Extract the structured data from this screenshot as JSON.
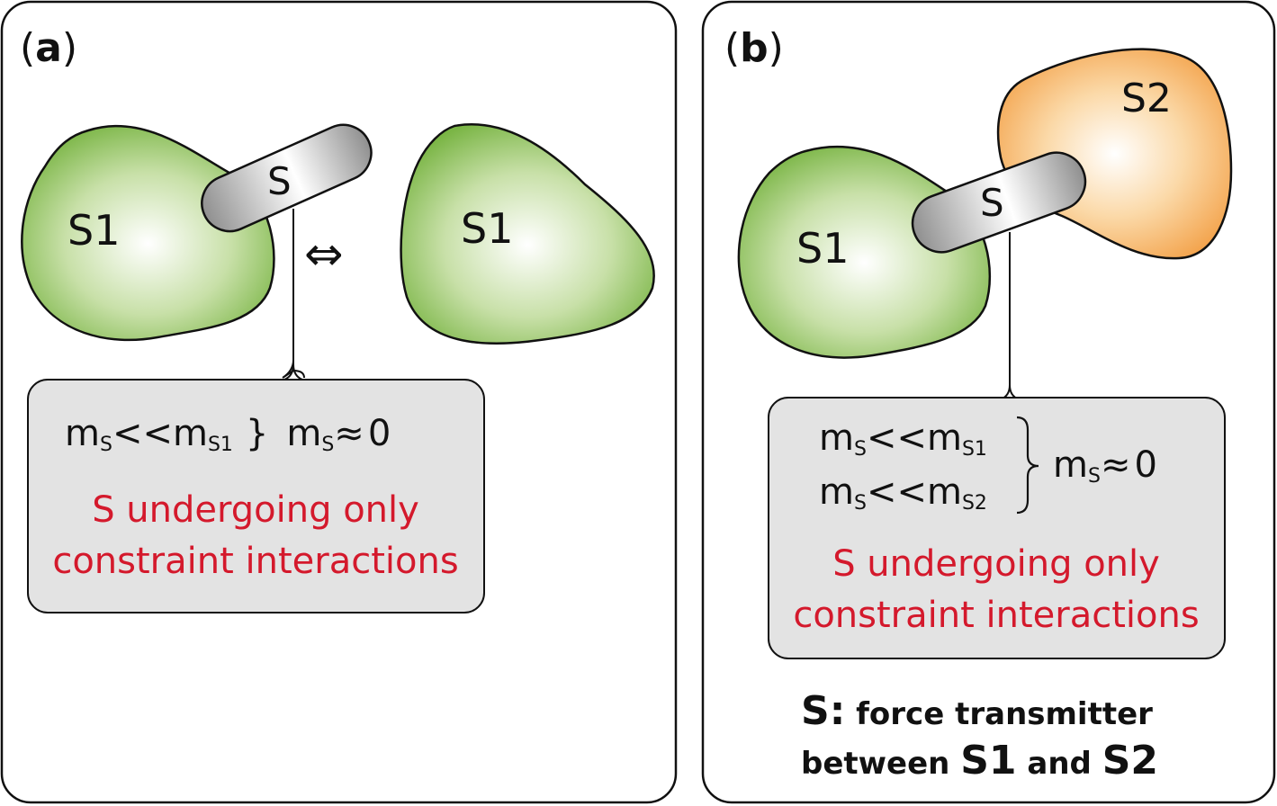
{
  "panel_a": {
    "label_open": "(",
    "label_letter": "a",
    "label_close": ")",
    "body_s1_left": "S1",
    "body_s": "S",
    "body_s1_right": "S1",
    "equivalence_symbol": "⇔",
    "box": {
      "m": "m",
      "sub_s": "S",
      "ll": "<<",
      "sub_s1": "S1",
      "brace": "}",
      "approx": "≈",
      "zero": "0",
      "line1": "S undergoing only",
      "line2": "constraint interactions"
    }
  },
  "panel_b": {
    "label_open": "(",
    "label_letter": "b",
    "label_close": ")",
    "body_s1": "S1",
    "body_s": "S",
    "body_s2": "S2",
    "box": {
      "m": "m",
      "sub_s": "S",
      "ll": "<<",
      "sub_s1": "S1",
      "sub_s2": "S2",
      "approx": "≈",
      "zero": "0",
      "line1": "S undergoing only",
      "line2": "constraint interactions"
    },
    "caption": {
      "s_bold": "S:",
      "part1": " force transmitter",
      "part2": "between ",
      "s1_bold": "S1",
      "and": " and ",
      "s2_bold": "S2"
    }
  },
  "colors": {
    "green_edge": "#6fae3c",
    "orange_edge": "#f0a44a",
    "gray_link": "#9a9a9a",
    "box_fill": "#e3e3e3",
    "text_red": "#d4192c"
  }
}
